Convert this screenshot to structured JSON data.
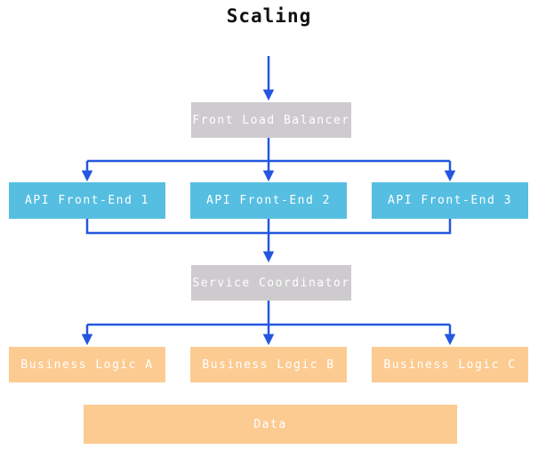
{
  "title": "Scaling",
  "colors": {
    "title-text": "#111111",
    "node-text": "#ffffff",
    "node-gray": "#CECBCE",
    "node-cyan": "#55BEE1",
    "node-orange": "#FCCB92",
    "arrow-blue": "#2456DF"
  },
  "nodes": {
    "front_load_balancer": {
      "label": "Front Load Balancer"
    },
    "api_front_end_1": {
      "label": "API Front-End 1"
    },
    "api_front_end_2": {
      "label": "API Front-End 2"
    },
    "api_front_end_3": {
      "label": "API Front-End 3"
    },
    "service_coordinator": {
      "label": "Service Coordinator"
    },
    "business_logic_a": {
      "label": "Business Logic A"
    },
    "business_logic_b": {
      "label": "Business Logic B"
    },
    "business_logic_c": {
      "label": "Business Logic C"
    },
    "data": {
      "label": "Data"
    }
  }
}
